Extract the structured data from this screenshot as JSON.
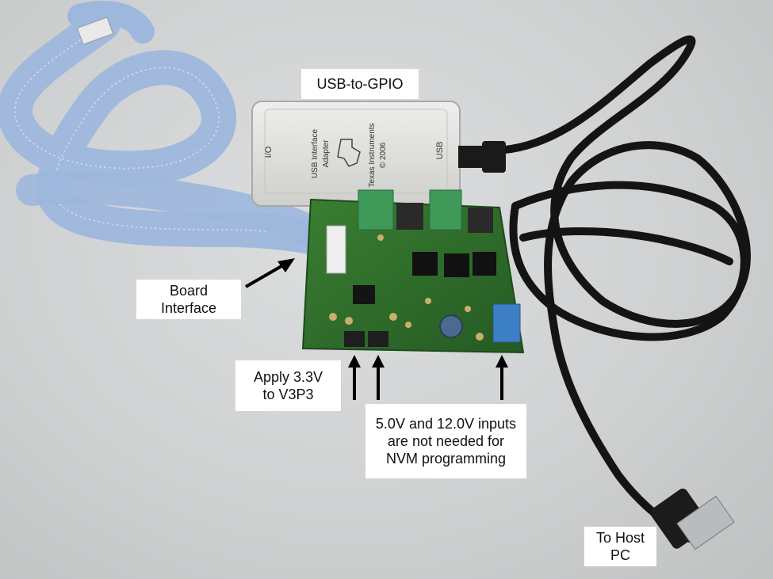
{
  "labels": {
    "usb_to_gpio": "USB-to-GPIO",
    "board_interface": "Board\nInterface",
    "apply_voltage": "Apply 3.3V\nto V3P3",
    "inputs_note": "5.0V and 12.0V inputs\nare not needed for\nNVM programming",
    "to_host_pc": "To Host\nPC"
  },
  "adapter_print": {
    "port_left": "I/O",
    "port_right": "USB",
    "title_line1": "USB Interface",
    "title_line2": "Adapter",
    "brand_line1": "Texas Instruments",
    "brand_line2": "© 2006"
  },
  "colors": {
    "background": "#cfd1d2",
    "pcb": "#2f6f2b",
    "ribbon_cable": "#9db7dd",
    "adapter_case": "#e3e3e1",
    "usb_cable": "#141414",
    "terminal_green": "#3f9a5a",
    "terminal_blue": "#3d7fc4",
    "arrow": "#000000",
    "callout_bg": "#ffffff"
  }
}
